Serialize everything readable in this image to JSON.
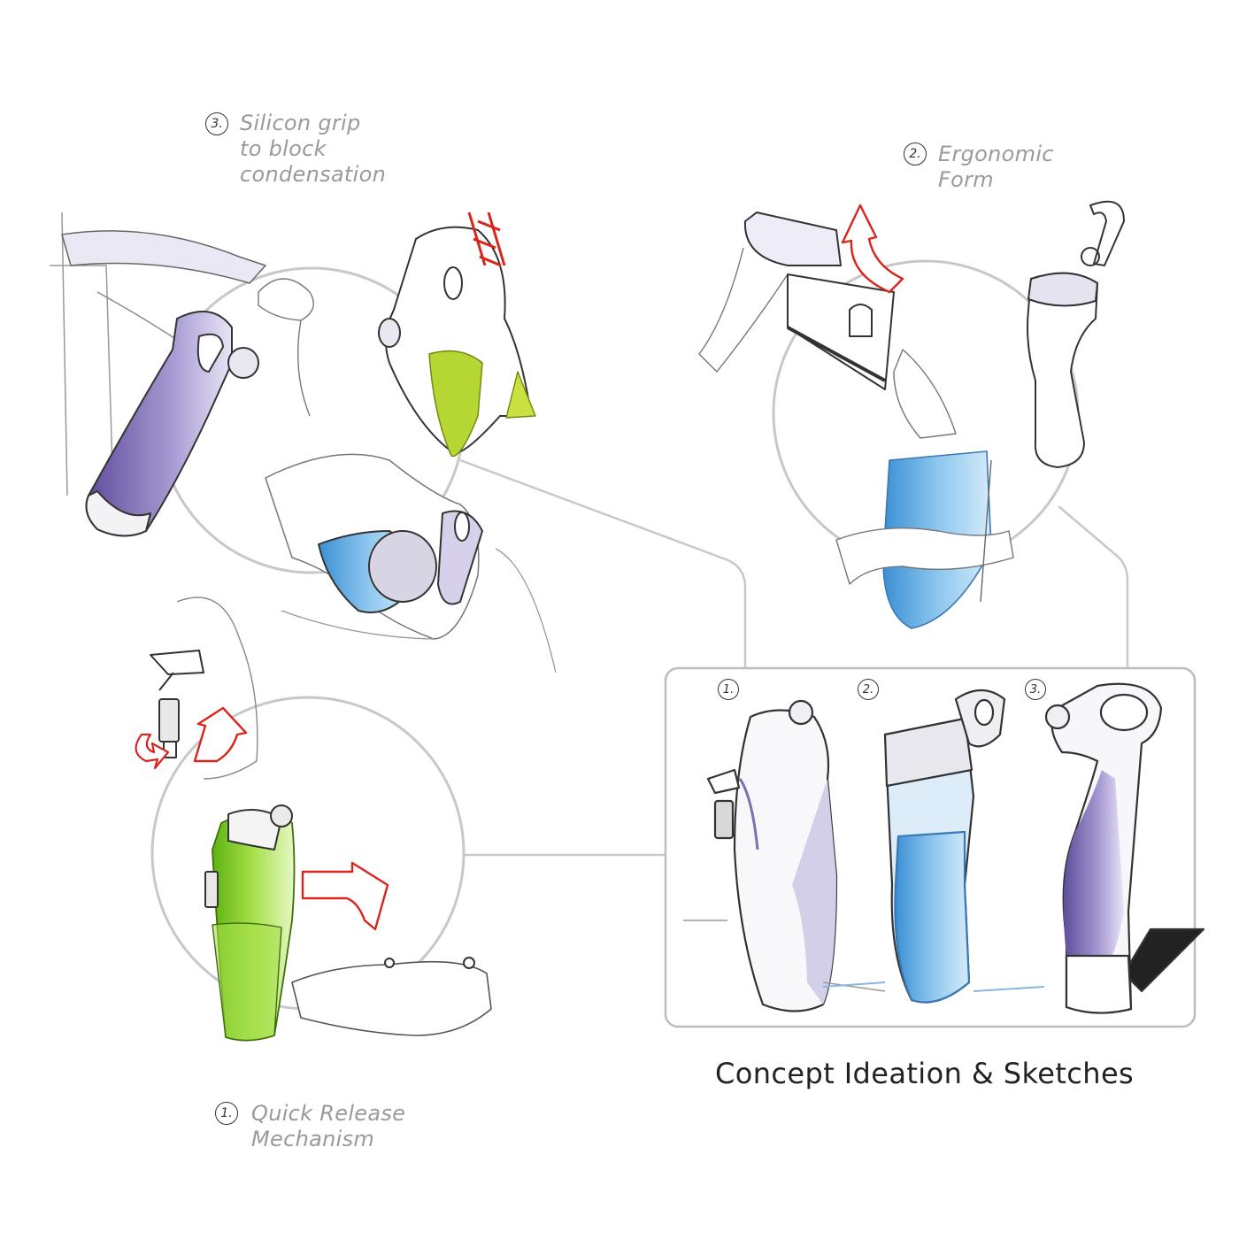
{
  "title": "Concept Ideation & Sketches",
  "concepts": [
    {
      "number": "3.",
      "lines": [
        "Silicon grip",
        "to block",
        "condensation"
      ]
    },
    {
      "number": "2.",
      "lines": [
        "Ergonomic",
        "Form"
      ]
    },
    {
      "number": "1.",
      "lines": [
        "Quick Release",
        "Mechanism"
      ]
    }
  ],
  "panel": {
    "numbers": [
      "1.",
      "2.",
      "3."
    ]
  },
  "colors": {
    "connector": "#c8c8c8",
    "purple": "#8a7bbf",
    "lime": "#b5d633",
    "green": "#7cc81e",
    "blue": "#5fa8de",
    "arrow_red": "#d9251c",
    "ink": "#333333"
  },
  "icons": [
    "bottle-sketch-icon",
    "rotate-arrow-icon",
    "carabiner-icon",
    "hand-sketch-icon"
  ]
}
